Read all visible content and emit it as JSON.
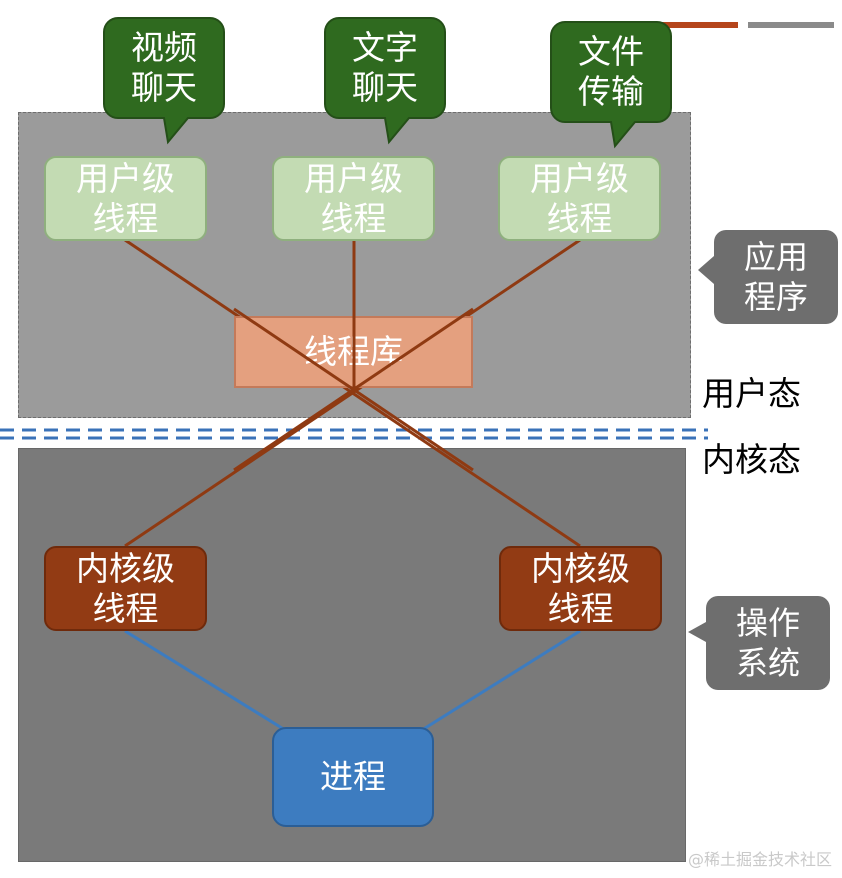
{
  "colors": {
    "bubble": "#2f6a1f",
    "user_thread": "#c3dbb3",
    "thread_library": "#e4a07f",
    "kernel_thread": "#923b14",
    "process": "#3d7cc0",
    "callout": "#6e6e6e",
    "link_user": "#8f3a12",
    "link_kernel": "#3d7cc0",
    "divider": "#3a72b8"
  },
  "bubbles": [
    {
      "label": "视频\n聊天"
    },
    {
      "label": "文字\n聊天"
    },
    {
      "label": "文件\n传输"
    }
  ],
  "user_threads": [
    {
      "label": "用户级\n线程"
    },
    {
      "label": "用户级\n线程"
    },
    {
      "label": "用户级\n线程"
    }
  ],
  "thread_library": {
    "label": "线程库"
  },
  "kernel_threads": [
    {
      "label": "内核级\n线程"
    },
    {
      "label": "内核级\n线程"
    }
  ],
  "process": {
    "label": "进程"
  },
  "callouts": {
    "application": "应用\n程序",
    "os": "操作\n系统"
  },
  "modes": {
    "user": "用户态",
    "kernel": "内核态"
  },
  "watermark": "@稀土掘金技术社区"
}
